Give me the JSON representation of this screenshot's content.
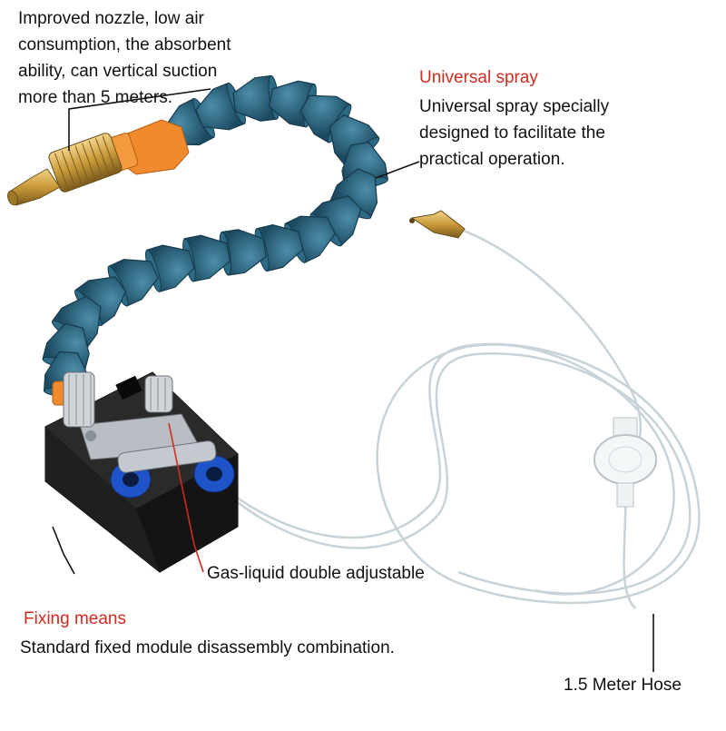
{
  "annotations": {
    "nozzle_note": [
      "Improved nozzle, low air",
      "consumption, the absorbent",
      "ability, can vertical suction",
      "more than 5 meters."
    ],
    "spray_title": "Universal spray",
    "spray_desc": [
      "Universal spray specially",
      "designed to facilitate the",
      "practical operation."
    ],
    "adjust_label": "Gas-liquid double adjustable",
    "fix_title": "Fixing means",
    "fix_desc": "Standard fixed module disassembly combination.",
    "hose_label": "1.5 Meter Hose"
  },
  "colors": {
    "accent_text": "#d42b1e",
    "hose_segment": "#2c6a86",
    "coupler": "#f08a2c",
    "brass": "#c99a3a",
    "base_block": "#1c1c1c",
    "fitting_blue": "#1f53c8",
    "tube": "#cfd8dc"
  }
}
